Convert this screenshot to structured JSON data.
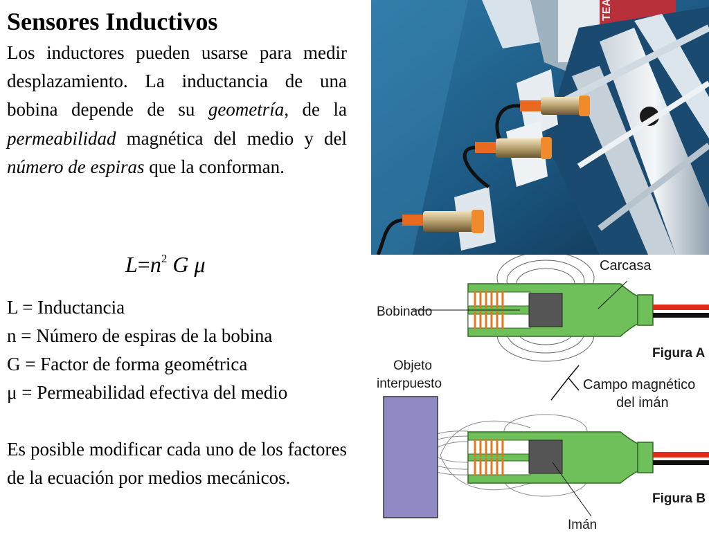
{
  "title": "Sensores Inductivos",
  "intro": {
    "text1": "Los inductores pueden usarse para medir desplazamiento. La inductancia de una bobina depende de su ",
    "em1": "geometría",
    "text2": ", de la ",
    "em2": "permeabilidad",
    "text3": " magnética del medio y del ",
    "em3": "número de espiras",
    "text4": " que la conforman."
  },
  "formula": {
    "lhs": "L",
    "eq": "=",
    "n": "n",
    "exp": "2",
    "g": "G",
    "mu": "μ"
  },
  "definitions": [
    "L = Inductancia",
    "n = Número de espiras de la bobina",
    "G = Factor de forma geométrica",
    "μ = Permeabilidad efectiva del medio"
  ],
  "outro": "Es posible modificar cada uno de los factores de la ecuación  por medios mecánicos.",
  "diagram": {
    "carcasa": "Carcasa",
    "bobinado": "Bobinado",
    "figura_a": "Figura A",
    "objeto_line1": "Objeto",
    "objeto_line2": "interpuesto",
    "campo_line1": "Campo magnético",
    "campo_line2": "del imán",
    "figura_b": "Figura B",
    "iman": "Imán"
  },
  "colors": {
    "sensor_body": "#6fbf5a",
    "coil": "#e07820",
    "magnet": "#555555",
    "object": "#8f8ac4",
    "cable": "#e02a1a",
    "photo_bg": "#1e5d86"
  }
}
